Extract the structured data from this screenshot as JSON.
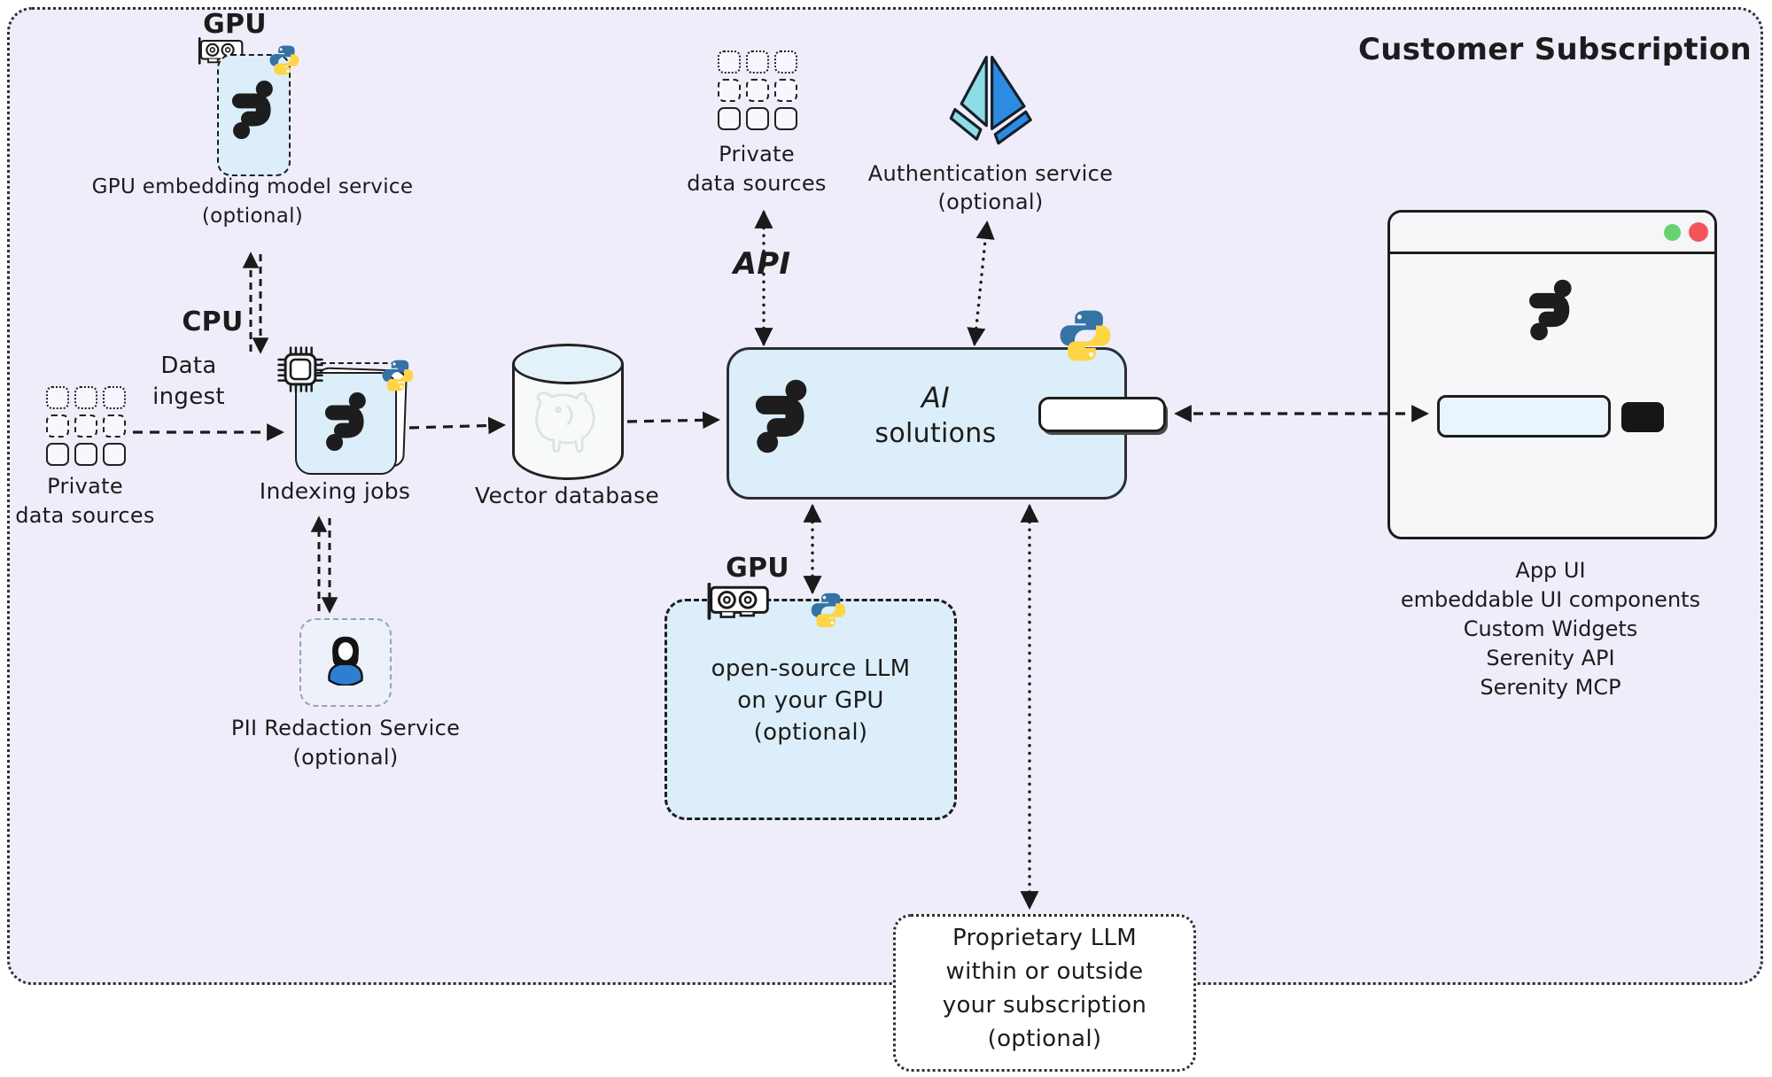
{
  "title": "Customer Subscription",
  "colors": {
    "panel_bg": "#f0edfa",
    "node_blue": "#dceef9",
    "ink": "#1d1d1d",
    "python_blue": "#3572a5",
    "python_yellow": "#ffd445",
    "auth_teal": "#8edce4",
    "auth_blue": "#2d8ce2",
    "traffic_green": "#68d173",
    "traffic_red": "#f4555c",
    "person_blue": "#2e7fd3"
  },
  "nodes": {
    "gpu_embedding_service": {
      "hardware": "GPU",
      "caption1": "GPU embedding model service",
      "caption2": "(optional)"
    },
    "private_data_left": {
      "caption1": "Private",
      "caption2": "data sources"
    },
    "data_ingest": {
      "line1": "Data",
      "line2": "ingest"
    },
    "indexing_jobs": {
      "hardware": "CPU",
      "caption": "Indexing jobs"
    },
    "pii_redaction": {
      "caption1": "PII Redaction Service",
      "caption2": "(optional)"
    },
    "vector_database": {
      "caption": "Vector database"
    },
    "private_data_top": {
      "caption1": "Private",
      "caption2": "data sources"
    },
    "api": {
      "label": "API"
    },
    "authentication": {
      "caption1": "Authentication service",
      "caption2": "(optional)"
    },
    "ai_solutions": {
      "line1": "AI",
      "line2": "solutions"
    },
    "open_source_llm": {
      "hardware": "GPU",
      "line1": "open-source LLM",
      "line2": "on your GPU",
      "line3": "(optional)"
    },
    "proprietary_llm": {
      "line1": "Proprietary LLM",
      "line2": "within or outside",
      "line3": "your subscription",
      "line4": "(optional)"
    },
    "app_ui": {
      "caption_lines": [
        "App UI",
        "embeddable UI components",
        "Custom Widgets",
        "Serenity API",
        "Serenity MCP"
      ]
    }
  }
}
